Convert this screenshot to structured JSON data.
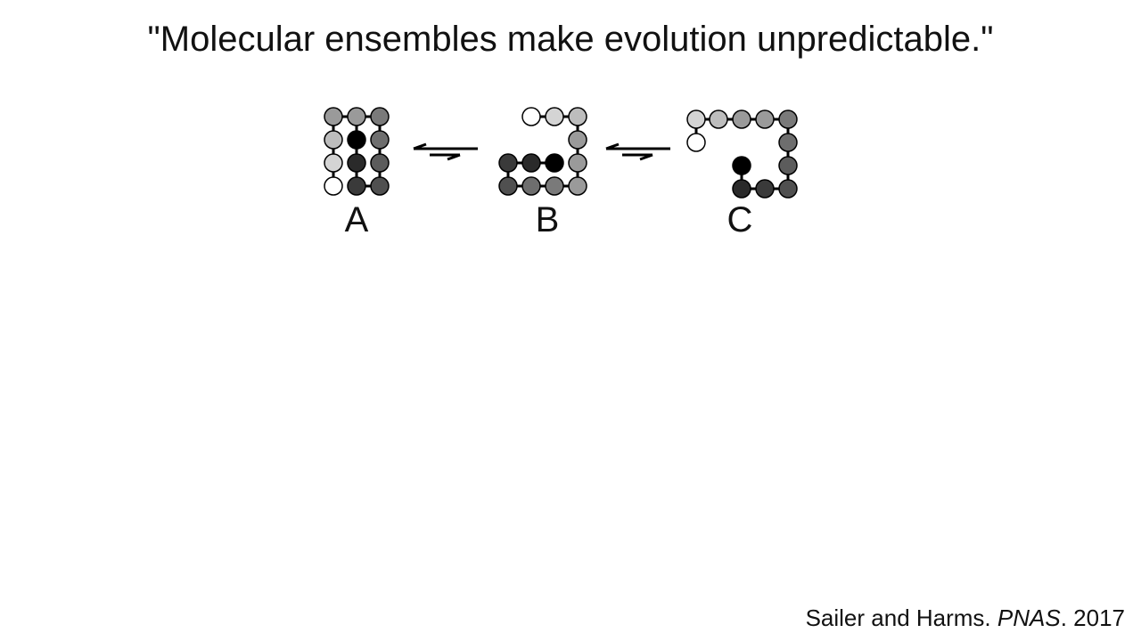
{
  "title": "\"Molecular ensembles make evolution unpredictable.\"",
  "states": [
    {
      "label": "A"
    },
    {
      "label": "B"
    },
    {
      "label": "C"
    }
  ],
  "citation": {
    "authors": "Sailer and Harms. ",
    "journal": "PNAS",
    "year": ". 2017"
  },
  "colors": {
    "white": "#ffffff",
    "light": "#d4d4d4",
    "mid": "#9a9a9a",
    "midDark": "#6e6e6e",
    "dark": "#505050",
    "darker": "#2a2a2a",
    "black": "#000000"
  }
}
